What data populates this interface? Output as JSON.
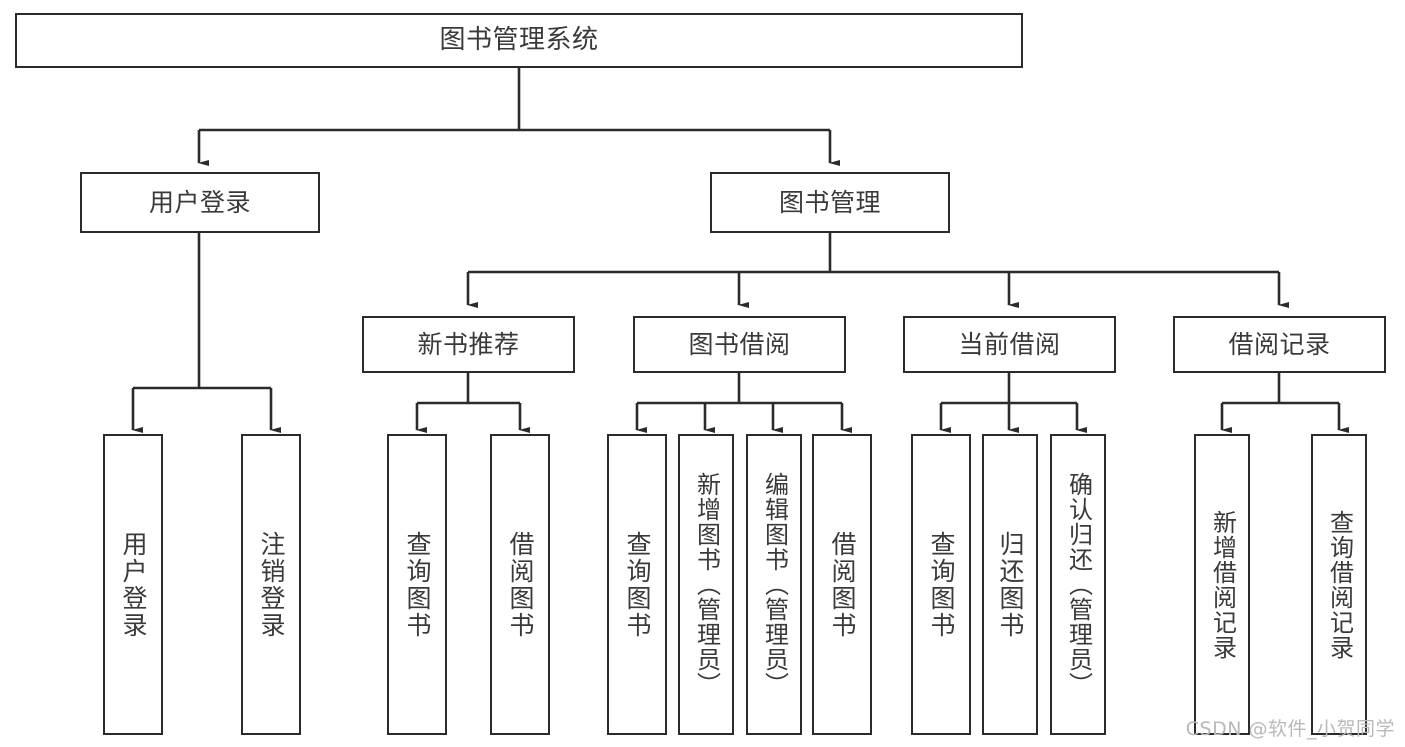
{
  "diagram": {
    "title": "图书管理系统",
    "type": "hierarchy-tree",
    "watermark": "CSDN @软件_小贺同学",
    "colors": {
      "box_border": "#2b2b2b",
      "box_fill": "#ffffff",
      "text": "#3a3a3a",
      "connector": "#2b2b2b",
      "watermark": "#b9b9b9",
      "background": "#ffffff"
    },
    "nodes": {
      "root": {
        "label": "图书管理系统"
      },
      "level2": [
        {
          "id": "user-login",
          "label": "用户登录"
        },
        {
          "id": "book-manage",
          "label": "图书管理"
        }
      ],
      "level3": [
        {
          "id": "new-book-recommend",
          "label": "新书推荐"
        },
        {
          "id": "book-borrow",
          "label": "图书借阅"
        },
        {
          "id": "current-borrow",
          "label": "当前借阅"
        },
        {
          "id": "borrow-record",
          "label": "借阅记录"
        }
      ],
      "leaves": {
        "user_login": [
          {
            "id": "leaf-user-login",
            "label": "用户登录"
          },
          {
            "id": "leaf-logout-login",
            "label": "注销登录"
          }
        ],
        "new_book_recommend": [
          {
            "id": "leaf-query-book-1",
            "label": "查询图书"
          },
          {
            "id": "leaf-borrow-book-1",
            "label": "借阅图书"
          }
        ],
        "book_borrow": [
          {
            "id": "leaf-query-book-2",
            "label": "查询图书"
          },
          {
            "id": "leaf-add-book",
            "label": "新增图书（管理员）"
          },
          {
            "id": "leaf-edit-book",
            "label": "编辑图书（管理员）"
          },
          {
            "id": "leaf-borrow-book-2",
            "label": "借阅图书"
          }
        ],
        "current_borrow": [
          {
            "id": "leaf-query-book-3",
            "label": "查询图书"
          },
          {
            "id": "leaf-return-book",
            "label": "归还图书"
          },
          {
            "id": "leaf-confirm-return",
            "label": "确认归还（管理员）"
          }
        ],
        "borrow_record": [
          {
            "id": "leaf-add-record",
            "label": "新增借阅记录"
          },
          {
            "id": "leaf-query-record",
            "label": "查询借阅记录"
          }
        ]
      }
    }
  }
}
